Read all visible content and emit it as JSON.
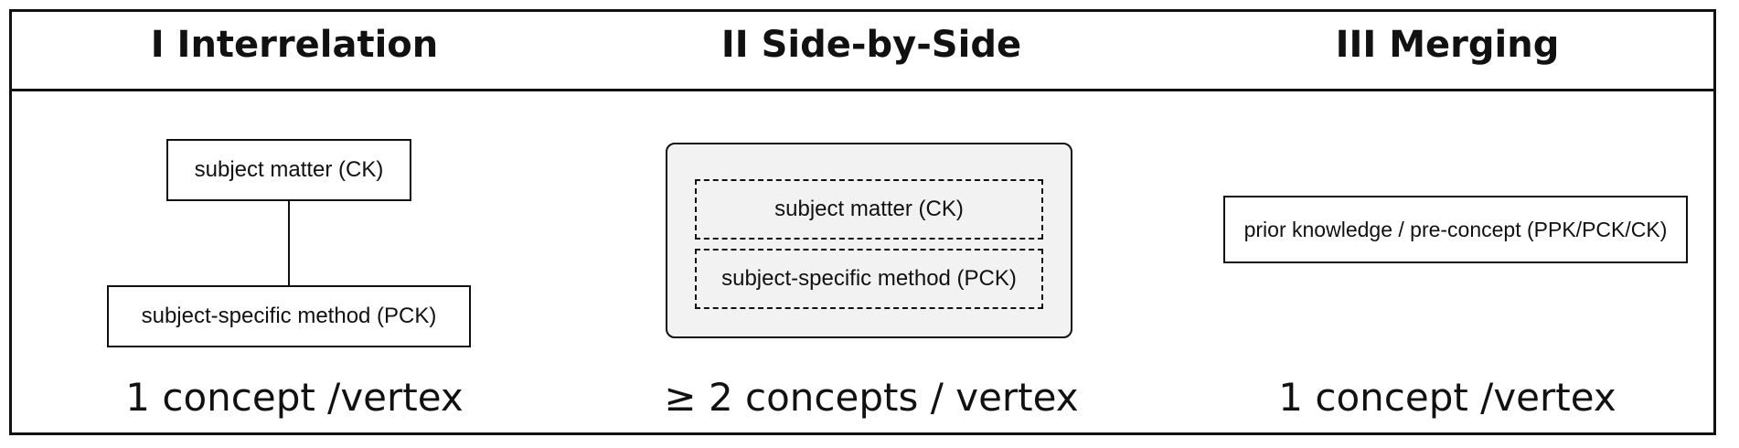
{
  "columns": [
    {
      "title": "I Interrelation",
      "nodes": [
        "subject matter (CK)",
        "subject-specific method (PCK)"
      ],
      "footer": "1 concept /vertex"
    },
    {
      "title": "II Side-by-Side",
      "nodes": [
        "subject matter (CK)",
        "subject-specific method (PCK)"
      ],
      "footer": "≥ 2 concepts / vertex"
    },
    {
      "title": "III Merging",
      "nodes": [
        "prior knowledge / pre-concept (PPK/PCK/CK)"
      ],
      "footer": "1 concept /vertex"
    }
  ]
}
